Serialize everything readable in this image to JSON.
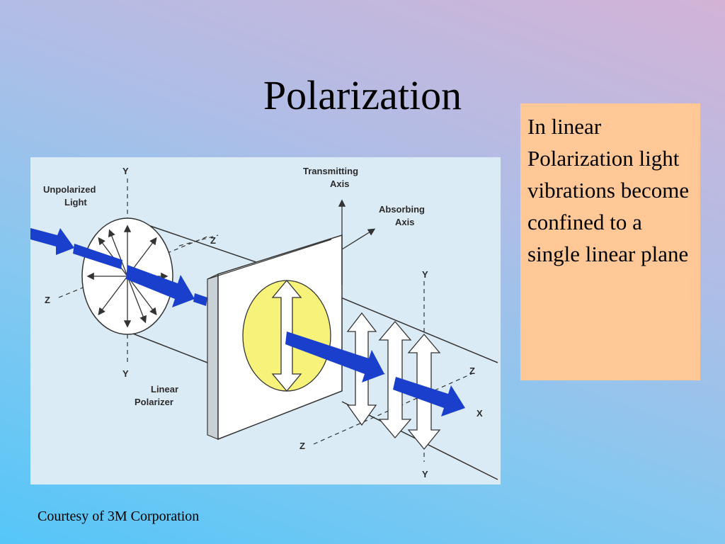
{
  "slide": {
    "title": "Polarization",
    "callout_text": "In linear Polarization light vibrations become confined to a single linear plane",
    "credit": "Courtesy of 3M Corporation"
  },
  "diagram": {
    "labels": {
      "unpolarized_light_line1": "Unpolarized",
      "unpolarized_light_line2": "Light",
      "transmitting_axis_line1": "Transmitting",
      "transmitting_axis_line2": "Axis",
      "absorbing_axis_line1": "Absorbing",
      "absorbing_axis_line2": "Axis",
      "linear_polarizer_line1": "Linear",
      "linear_polarizer_line2": "Polarizer",
      "axis_y": "Y",
      "axis_z": "Z",
      "axis_x": "X"
    },
    "colors": {
      "beam": "#1a3fcc",
      "filter_disk": "#f6f27a",
      "background": "#daebf5"
    }
  }
}
